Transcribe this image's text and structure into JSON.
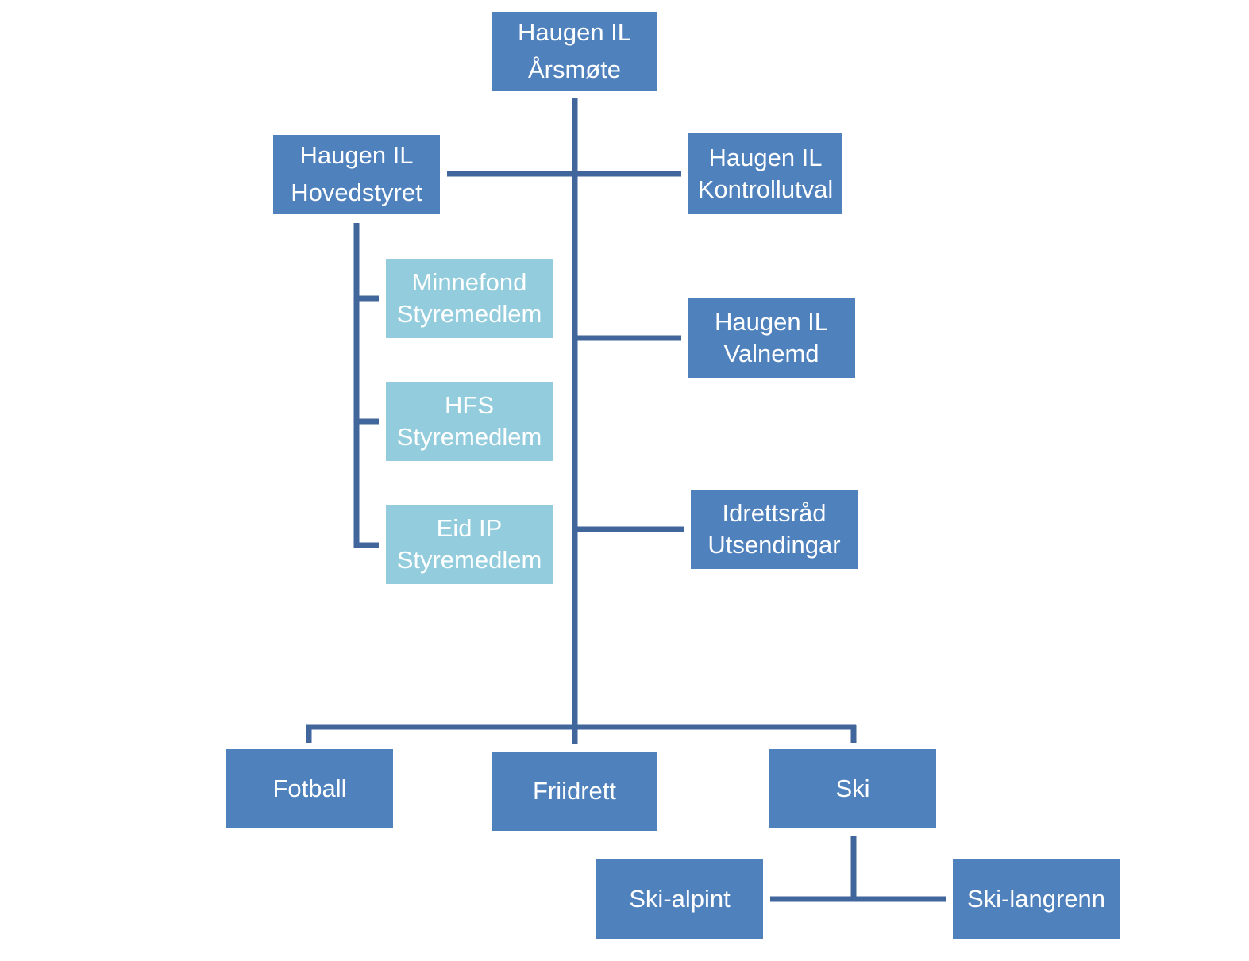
{
  "diagram": {
    "type": "org-chart",
    "colors": {
      "primary_box": "#4f81bd",
      "secondary_box": "#93cddd",
      "connector": "#41669b",
      "text": "#ffffff"
    },
    "nodes": {
      "root": {
        "line1": "Haugen IL",
        "line2": "Årsmøte"
      },
      "hovedstyret": {
        "line1": "Haugen IL",
        "line2": "Hovedstyret"
      },
      "kontrollutval": {
        "line1": "Haugen IL",
        "line2": "Kontrollutval"
      },
      "minnefond": {
        "line1": "Minnefond",
        "line2": "Styremedlem"
      },
      "hfs": {
        "line1": "HFS",
        "line2": "Styremedlem"
      },
      "eid_ip": {
        "line1": "Eid IP",
        "line2": "Styremedlem"
      },
      "valnemd": {
        "line1": "Haugen IL",
        "line2": "Valnemd"
      },
      "idrettsrad": {
        "line1": "Idrettsråd",
        "line2": "Utsendingar"
      },
      "fotball": {
        "label": "Fotball"
      },
      "friidrett": {
        "label": "Friidrett"
      },
      "ski": {
        "label": "Ski"
      },
      "ski_alpint": {
        "label": "Ski-alpint"
      },
      "ski_langrenn": {
        "label": "Ski-langrenn"
      }
    }
  }
}
